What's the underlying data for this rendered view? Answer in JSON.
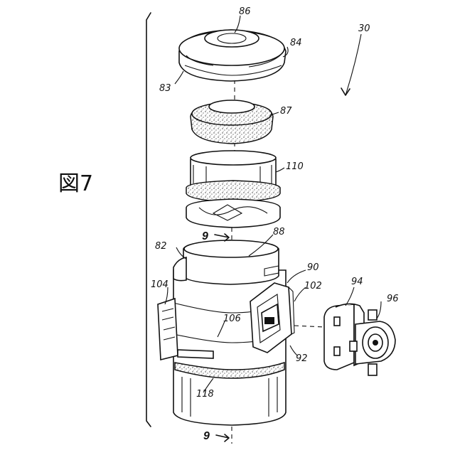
{
  "figure": {
    "label": "図7"
  },
  "assembly_ref": "30",
  "section_marks": [
    "9",
    "9"
  ],
  "callouts": [
    "86",
    "84",
    "83",
    "87",
    "110",
    "88",
    "82",
    "90",
    "104",
    "102",
    "94",
    "96",
    "106",
    "92",
    "118"
  ]
}
